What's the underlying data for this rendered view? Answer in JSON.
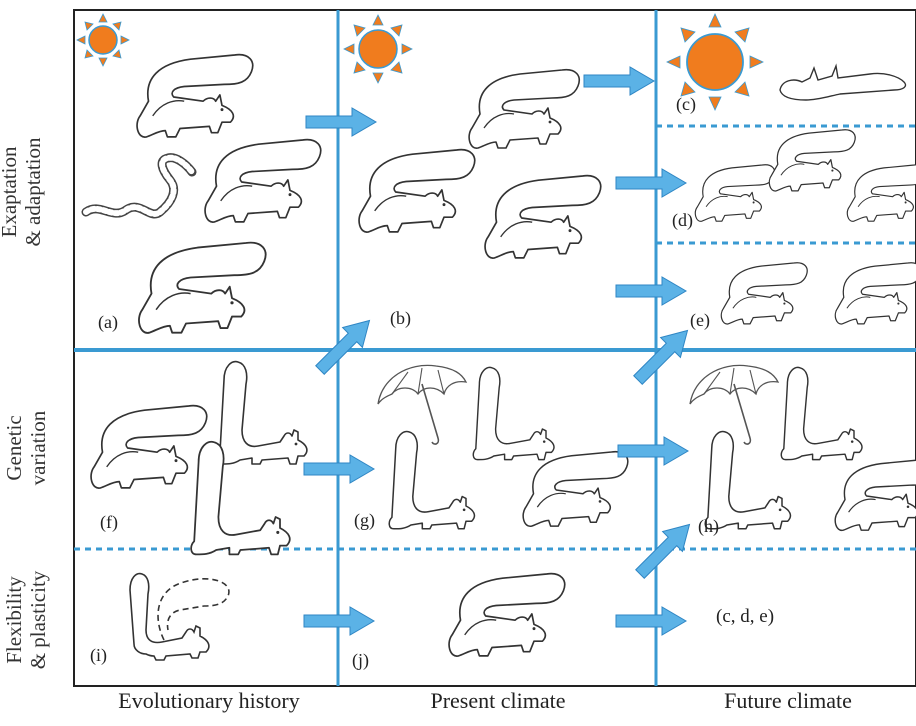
{
  "row_labels": {
    "exaptation_line1": "Exaptation",
    "exaptation_line2": "& adaptation",
    "genetic_line1": "Genetic",
    "genetic_line2": "variation",
    "flexibility_line1": "Flexibility",
    "flexibility_line2": "& plasticity"
  },
  "column_labels": {
    "evolutionary": "Evolutionary history",
    "present": "Present climate",
    "future": "Future climate"
  },
  "panels": {
    "a": "(a)",
    "b": "(b)",
    "c": "(c)",
    "d": "(d)",
    "e": "(e)",
    "f": "(f)",
    "g": "(g)",
    "h": "(h)",
    "i": "(i)",
    "j": "(j)"
  },
  "future_flex_outcome": "(c, d, e)",
  "colors": {
    "grid_line": "#3a9ad2",
    "arrow_fill": "#5bb2e6",
    "arrow_stroke": "#2f86c4",
    "sun_fill": "#f07c1e",
    "sun_stroke": "#3a9ad2",
    "sketch": "#333333"
  },
  "icons": [
    "sun-icon",
    "squirrel-icon",
    "snake-icon",
    "umbrella-icon",
    "arrow-icon"
  ]
}
